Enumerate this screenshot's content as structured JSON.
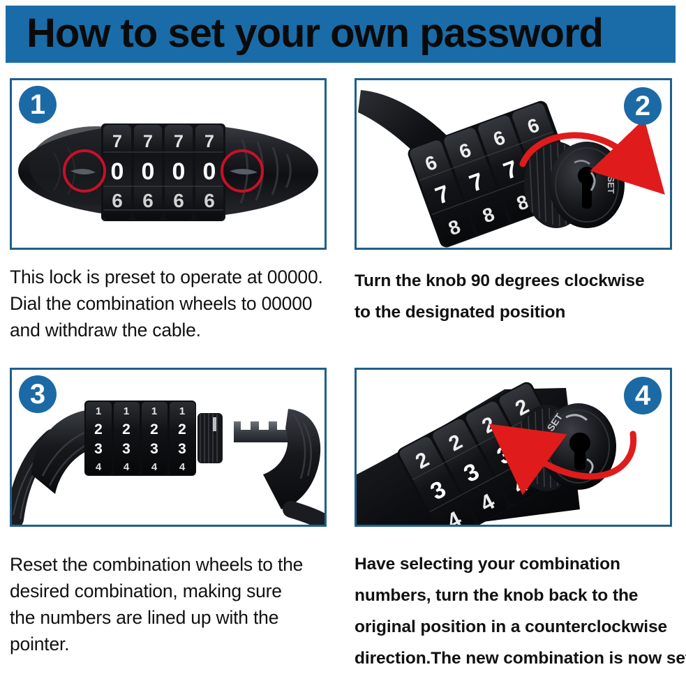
{
  "header": {
    "title": "How to set your own password",
    "bar_color": "#1a6ca8",
    "text_color": "#0a0a0a"
  },
  "theme": {
    "panel_border": "#1f5f8b",
    "badge_fill": "#1b6aa5",
    "badge_text": "#ffffff",
    "arrow_red": "#e01b1b",
    "highlight_red": "#c81028",
    "lock_black": "#15161a",
    "dial_white": "#f2f2f2",
    "page_background": "#ffffff"
  },
  "steps": [
    {
      "number": "1",
      "badge_position": "top-left",
      "image": {
        "name": "lock-front-preset-dials",
        "description": "Front view of black combination cable lock body with four number wheels",
        "dial_rows": [
          "7 7 7 7",
          "0 0 0 0",
          "6 6 6 6"
        ],
        "dial_count": 4,
        "highlights": [
          "left-pointer-ridge",
          "right-pointer-ridge"
        ],
        "highlight_shape": "red-circle"
      },
      "caption_style": "regular",
      "caption_lines": [
        "This lock is preset to operate at 00000.",
        "Dial the combination wheels to 00000",
        "and withdraw the cable."
      ]
    },
    {
      "number": "2",
      "badge_position": "top-right",
      "image": {
        "name": "lock-angled-knob-clockwise",
        "description": "Angled view of lock end showing dials and knurled knob with keyhole",
        "dial_rows": [
          "6 6 6 6",
          "7 7 7 7",
          "8 8 8 8"
        ],
        "dial_count": 4,
        "knob_label": "SET",
        "arrow": "clockwise",
        "arrow_color": "#e01b1b"
      },
      "caption_style": "bold",
      "caption_lines": [
        "Turn the knob 90 degrees clockwise",
        "to the designated position"
      ]
    },
    {
      "number": "3",
      "badge_position": "top-left",
      "image": {
        "name": "lock-open-cable-withdrawn",
        "description": "Cable lock opened, notched key bar pulled out of the lock body",
        "dial_rows": [
          "1 1 1 1",
          "2 2 2 2",
          "3 3 3 3",
          "4 4 4 4"
        ],
        "dial_count": 4,
        "parts": [
          "braided-steel-cable",
          "knurled-knob",
          "notched-key-bar",
          "end-cap"
        ]
      },
      "caption_style": "regular",
      "caption_lines": [
        "Reset the combination wheels to the",
        "desired combination, making sure",
        "the numbers are lined up with the",
        "pointer."
      ]
    },
    {
      "number": "4",
      "badge_position": "top-right",
      "image": {
        "name": "lock-angled-knob-counterclockwise",
        "description": "Angled view of lock end, knob turned back counterclockwise",
        "dial_rows": [
          "2 2 2 2",
          "3 3 3 3",
          "4 4 4 4"
        ],
        "dial_count": 4,
        "knob_label": "SET",
        "arrow": "counterclockwise",
        "arrow_color": "#e01b1b"
      },
      "caption_style": "bold",
      "caption_lines": [
        "Have selecting your combination",
        "numbers, turn the knob back to the",
        "original position in a counterclockwise",
        "direction.The new combination is now set"
      ]
    }
  ]
}
